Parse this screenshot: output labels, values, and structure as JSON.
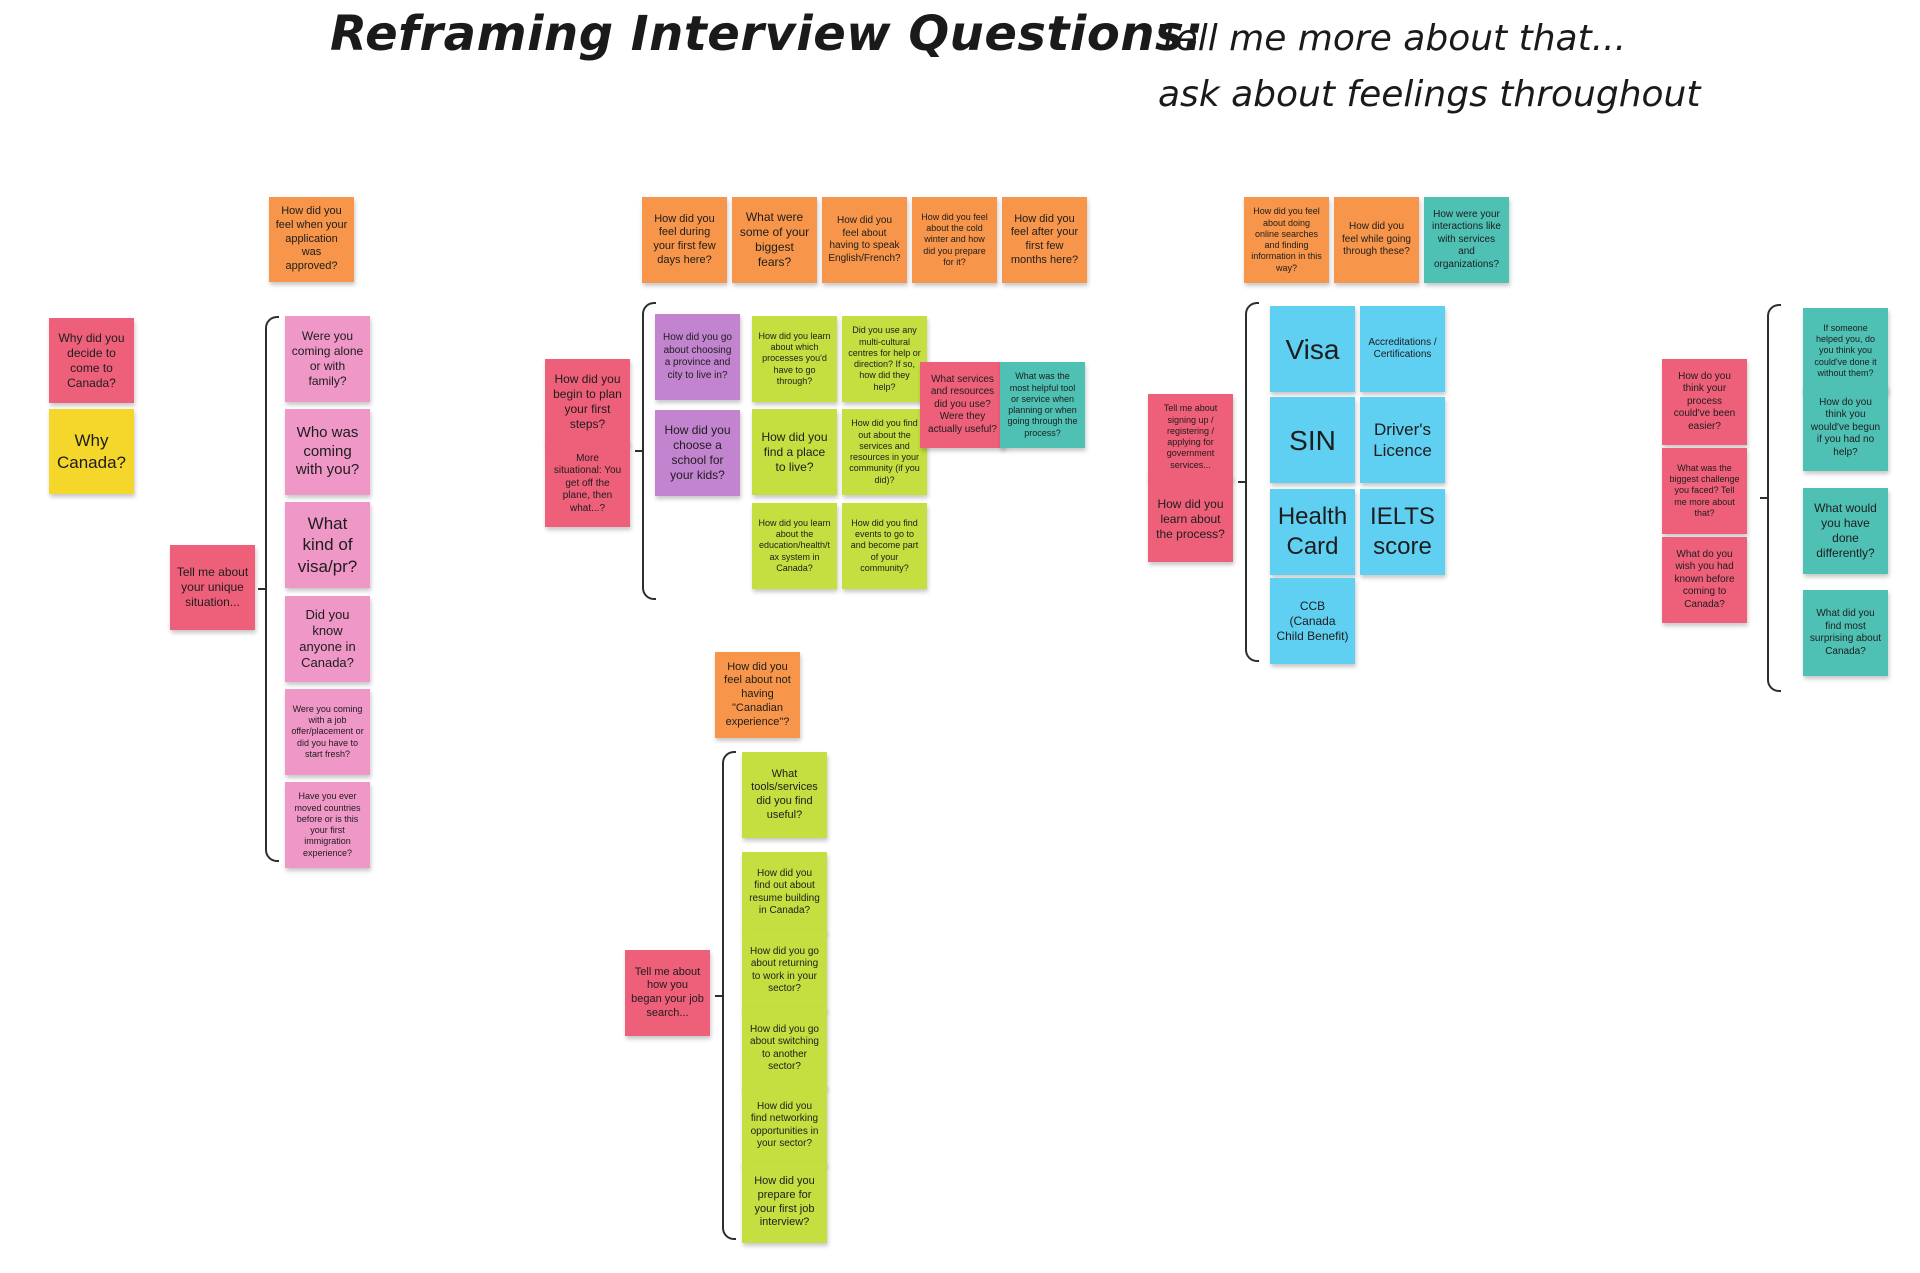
{
  "header": {
    "title": "Reframing Interview Questions:",
    "subtitle_line1": "Tell me more about that...",
    "subtitle_line2": "ask about feelings throughout"
  },
  "colors": {
    "orange": "#f7964a",
    "red": "#ee5f7a",
    "yellow": "#f5d62b",
    "pink": "#ef97c6",
    "purple": "#c283cf",
    "lime": "#c5de40",
    "teal": "#4fc1b4",
    "blue": "#5fcff2"
  },
  "notes": {
    "why_decide": "Why did you decide to come to Canada?",
    "why_canada": "Why Canada?",
    "feel_approved": "How did you feel when your application was approved?",
    "unique_situation": "Tell me about your unique situation...",
    "alone_family": "Were you coming alone or with family?",
    "who_coming": "Who was coming with you?",
    "visa_pr": "What kind of visa/pr?",
    "know_anyone": "Did you know anyone in Canada?",
    "job_offer": "Were you coming with a job offer/placement or did you have to start fresh?",
    "moved_before": "Have you ever moved countries before or is this your first immigration experience?",
    "first_days": "How did you feel during your first few days here?",
    "biggest_fears": "What were some of your biggest fears?",
    "speak_language": "How did you feel about having to speak English/French?",
    "cold_winter": "How did you feel about the cold winter and how did you prepare for it?",
    "first_months": "How did you feel after your first few months here?",
    "plan_steps": "How did you begin to plan your first steps?",
    "more_situational": "More situational: You get off the plane, then what...?",
    "choose_province": "How did you go about choosing a province and city to live in?",
    "choose_school": "How did you choose a school for your kids?",
    "learn_processes": "How did you learn about which processes you'd have to go through?",
    "multicultural": "Did you use any multi-cultural centres for help or direction? If so, how did they help?",
    "find_place": "How did you find a place to live?",
    "find_services": "How did you find out about the services and resources in your community (if you did)?",
    "education_system": "How did you learn about the education/health/tax system in Canada?",
    "find_events": "How did you find events to go to and become part of your community?",
    "services_useful": "What services and resources did you use? Were they actually useful?",
    "helpful_tool": "What was the most helpful tool or service when planning or when going through the process?",
    "canadian_experience": "How did you feel about not having \"Canadian experience\"?",
    "job_search": "Tell me about how you began your job search...",
    "tools_useful": "What tools/services did you find useful?",
    "resume_building": "How did you find out about resume building in Canada?",
    "returning_work": "How did you go about returning to work in your sector?",
    "switching_sector": "How did you go about switching to another sector?",
    "networking": "How did you find networking opportunities in your sector?",
    "job_interview": "How did you prepare for your first job interview?",
    "online_searches": "How did you feel about doing online searches and finding information in this way?",
    "going_through": "How did you feel while going through these?",
    "interactions": "How were your interactions like with services and organizations?",
    "signing_up": "Tell me about signing up / registering / applying for government services...",
    "learn_process": "How did you learn about the process?",
    "visa": "Visa",
    "accreditations": "Accreditations / Certifications",
    "sin": "SIN",
    "drivers_licence": "Driver's Licence",
    "health_card": "Health Card",
    "ielts": "IELTS score",
    "ccb": "CCB (Canada Child Benefit)",
    "process_easier": "How do you think your process could've been easier?",
    "biggest_challenge": "What was the biggest challenge you faced? Tell me more about that?",
    "wish_known": "What do you wish you had known before coming to Canada?",
    "someone_helped": "If someone helped you, do you think you could've done it without them?",
    "no_help": "How do you think you would've begun if you had no help?",
    "done_differently": "What would you have done differently?",
    "most_surprising": "What did you find most surprising about Canada?"
  }
}
